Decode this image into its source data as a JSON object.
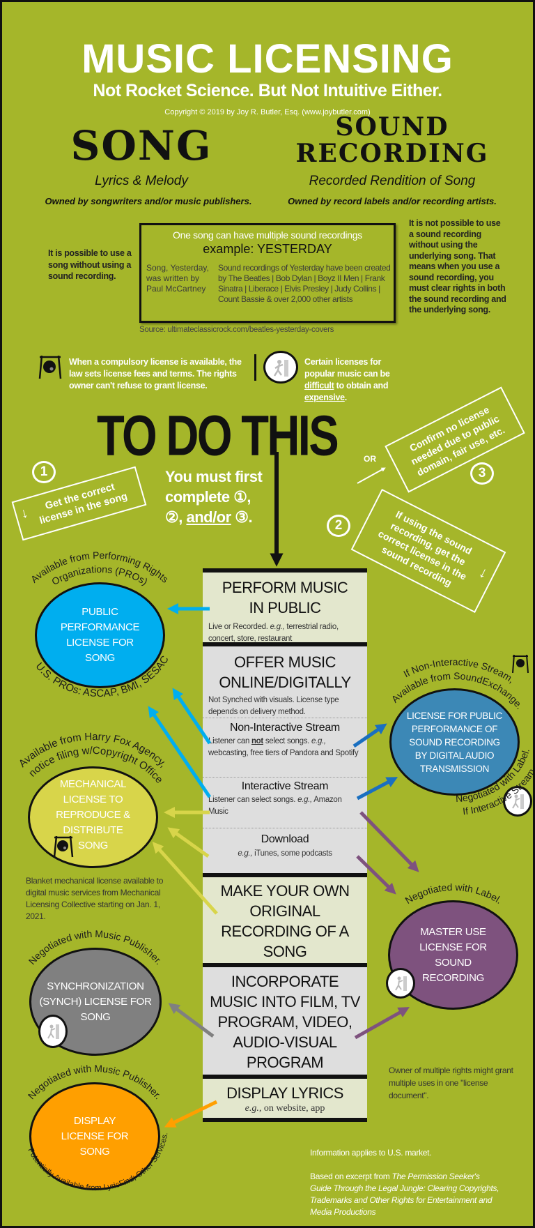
{
  "header": {
    "title": "MUSIC LICENSING",
    "subtitle": "Not Rocket Science. But Not Intuitive Either.",
    "copyright": "Copyright © 2019 by Joy R. Butler, Esq. (www.joybutler.com)"
  },
  "song": {
    "title": "SONG",
    "subtitle": "Lyrics & Melody",
    "owner": "Owned by songwriters and/or music publishers."
  },
  "sound_recording": {
    "title_line1": "SOUND",
    "title_line2": "RECORDING",
    "subtitle": "Recorded Rendition of Song",
    "owner": "Owned by record labels and/or recording artists."
  },
  "left_note": "It is possible to use a song without using a sound recording.",
  "right_note": "It is not possible to use a sound recording without using the underlying song. That means when you use a sound recording, you must clear rights in both the sound recording and the underlying song.",
  "example_box": {
    "heading": "One song can have multiple sound recordings",
    "example": "example: YESTERDAY",
    "song_text": "Song, Yesterday, was written by Paul McCartney",
    "recordings_text": "Sound recordings of Yesterday have been created by The Beatles | Bob Dylan  | Boyz II Men | Frank Sinatra |  Liberace |  Elvis Presley | Judy Collins |  Count Bassie  & over 2,000 other artists",
    "source": "Source: ultimateclassicrock.com/beatles-yesterday-covers"
  },
  "legend": {
    "compulsory": "When a compulsory license is available, the law sets license fees and terms.  The rights owner can't refuse to grant license.",
    "difficult_pre": "Certain licenses for popular music  can be ",
    "difficult_word": "difficult",
    "difficult_mid": " to obtain and ",
    "expensive_word": "expensive",
    "difficult_post": "."
  },
  "todo": {
    "title": "TO DO THIS",
    "must_line1": "You must first",
    "must_line2": "complete ①,",
    "must_line3a": "②, ",
    "must_line3b": "and/or",
    "must_line3c": " ③.",
    "or": "OR",
    "step1_num": "1",
    "step1_text": "Get the correct license in the song",
    "step2_num": "2",
    "step2_text": "If using the sound recording, get the correct license in the sound recording",
    "step3_num": "3",
    "step3_text": "Confirm no license needed due to public domain, fair use, etc."
  },
  "uses": {
    "perform": {
      "title": "PERFORM MUSIC IN PUBLIC",
      "desc_a": "Live or Recorded. ",
      "desc_eg": "e.g.,",
      "desc_b": " terrestrial radio, concert, store, restaurant"
    },
    "online": {
      "title": "OFFER MUSIC ONLINE/DIGITALLY",
      "desc": "Not Synched with visuals. License type depends on delivery method."
    },
    "noninteractive": {
      "title": "Non-Interactive Stream",
      "desc_a": "Listener can ",
      "desc_not": "not",
      "desc_b": " select songs. ",
      "desc_eg": "e.g.,",
      "desc_c": " webcasting, free tiers of Pandora and Spotify"
    },
    "interactive": {
      "title": "Interactive Stream",
      "desc_a": "Listener can select songs. ",
      "desc_eg": "e.g.,",
      "desc_b": " Amazon Music"
    },
    "download": {
      "title": "Download",
      "desc_eg": "e.g.,",
      "desc_b": " iTunes, some podcasts"
    },
    "make_own": {
      "title": "MAKE YOUR OWN ORIGINAL RECORDING OF A SONG"
    },
    "incorporate": {
      "title": "INCORPORATE MUSIC INTO FILM, TV PROGRAM, VIDEO, AUDIO-VISUAL PROGRAM"
    },
    "display": {
      "title": "DISPLAY LYRICS",
      "desc_eg": "e.g.,",
      "desc_b": " on website, app"
    }
  },
  "licenses": {
    "public_performance": {
      "label": "PUBLIC PERFORMANCE LICENSE FOR SONG",
      "top_outer": "Available from Performing Rights",
      "top_inner": "Organizations (PROs)",
      "bottom": "U.S. PROs: ASCAP, BMI, SESAC",
      "color": "#00aeef"
    },
    "mechanical": {
      "label": "MECHANICAL LICENSE TO REPRODUCE & DISTRIBUTE SONG",
      "top_outer": "Available from Harry Fox Agency,",
      "top_inner": "notice filing w/Copyright Office",
      "color": "#d8d54a"
    },
    "synch": {
      "label": "SYNCHRONIZATION (SYNCH)  LICENSE FOR SONG",
      "top": "Negotiated with Music Publisher.",
      "color": "#808080"
    },
    "display": {
      "label": "DISPLAY LICENSE FOR SONG",
      "top": "Negotiated with Music Publisher.",
      "bottom": "Potentially Available from LyricFind; Other Services.",
      "color": "#ff9f00"
    },
    "digital_audio": {
      "label": "LICENSE FOR PUBLIC PERFORMANCE OF SOUND RECORDING BY DIGITAL AUDIO TRANSMISSION",
      "top_outer": "If Non-Interactive Stream,",
      "top_inner": "Available from SoundExchange.",
      "bottom_outer": "If Interactive Stream,",
      "bottom_inner": "Negotiated with Label.",
      "color": "#3c88b6"
    },
    "master_use": {
      "label": "MASTER USE LICENSE FOR SOUND RECORDING",
      "top": "Negotiated with Label.",
      "color": "#7e527e"
    }
  },
  "notes": {
    "blanket": "Blanket mechanical license available to digital music services from Mechanical Licensing Collective starting on Jan. 1, 2021.",
    "multiple": "Owner of multiple rights might grant multiple uses in one \"license document\".",
    "market": "Information applies to U.S. market.",
    "based_pre": "Based on excerpt  from ",
    "based_book": "The Permission Seeker's Guide Through the Legal Jungle:  Clearing Copyrights, Trademarks and Other Rights for Entertainment and Media Productions"
  },
  "colors": {
    "background": "#a5b62a",
    "arrow_blue": "#00aeef",
    "arrow_darkblue": "#1a6fc0",
    "arrow_yellow": "#d8d54a",
    "arrow_purple": "#7e527e",
    "arrow_gray": "#808080",
    "arrow_orange": "#ff9f00"
  },
  "icons": {
    "compulsory": "gong-icon",
    "difficult": "climber-icon"
  }
}
